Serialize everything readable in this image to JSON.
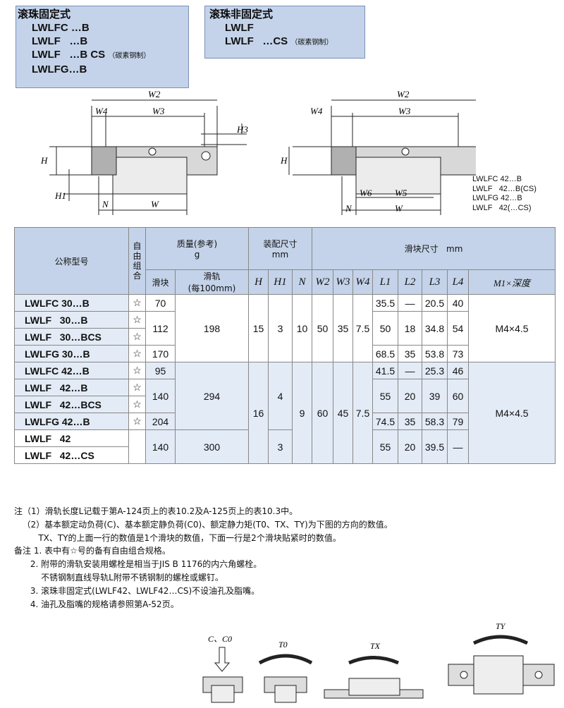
{
  "header": {
    "fixed": {
      "title": "滚珠固定式",
      "models": [
        "LWLFC …B",
        "LWLF   …B",
        "LWLF   …B CS",
        "LWLFG…B"
      ],
      "steel_note": "（碳素钢制）"
    },
    "nonfixed": {
      "title": "滚珠非固定式",
      "models": [
        "LWLF",
        "LWLF   …CS"
      ],
      "steel_note": "（碳素钢制）"
    }
  },
  "drawing_labels": {
    "W2": "W2",
    "W3": "W3",
    "W4": "W4",
    "H": "H",
    "H1": "H1",
    "H3": "H3",
    "N": "N",
    "W": "W",
    "W5": "W5",
    "W6": "W6"
  },
  "side_note": [
    "LWLFC 42…B",
    "LWLF   42…B(CS)",
    "LWLFG 42…B",
    "LWLF   42(…CS)"
  ],
  "table": {
    "h_model": "公称型号",
    "h_free": "自由组合",
    "h_mass": "质量(参考)",
    "h_mass_unit": "g",
    "h_block": "滑块",
    "h_rail": "滑轨",
    "h_rail_sub": "(每100mm)",
    "h_mount": "装配尺寸",
    "h_mount_unit": "mm",
    "h_blockdim": "滑块尺寸",
    "h_blockdim_unit": "mm",
    "cols": {
      "H": "H",
      "H1": "H1",
      "N": "N",
      "W2": "W2",
      "W3": "W3",
      "W4": "W4",
      "L1": "L1",
      "L2": "L2",
      "L3": "L3",
      "L4": "L4",
      "M1": "M1×深度"
    },
    "star": "☆",
    "g30": {
      "models": [
        "LWLFC 30…B",
        "LWLF   30…B",
        "LWLF   30…BCS",
        "LWLFG 30…B"
      ],
      "block": [
        "70",
        "112",
        "170"
      ],
      "rail": "198",
      "H": "15",
      "H1": "3",
      "N": "10",
      "W2": "50",
      "W3": "35",
      "W4": "7.5",
      "L1": [
        "35.5",
        "50",
        "68.5"
      ],
      "L2": [
        "—",
        "18",
        "35"
      ],
      "L3": [
        "20.5",
        "34.8",
        "53.8"
      ],
      "L4": [
        "40",
        "54",
        "73"
      ],
      "M1": "M4×4.5"
    },
    "g42": {
      "models": [
        "LWLFC 42…B",
        "LWLF   42…B",
        "LWLF   42…BCS",
        "LWLFG 42…B",
        "LWLF   42",
        "LWLF   42…CS"
      ],
      "block": [
        "95",
        "140",
        "204",
        "140"
      ],
      "rail": [
        "294",
        "300"
      ],
      "H": "16",
      "H1": [
        "4",
        "3"
      ],
      "N": "9",
      "W2": "60",
      "W3": "45",
      "W4": "7.5",
      "L1": [
        "41.5",
        "55",
        "74.5",
        "55"
      ],
      "L2": [
        "—",
        "20",
        "35",
        "20"
      ],
      "L3": [
        "25.3",
        "39",
        "58.3",
        "39.5"
      ],
      "L4": [
        "46",
        "60",
        "79",
        "—"
      ],
      "M1": "M4×4.5"
    }
  },
  "notes": [
    "注（1）滑轨长度L记载于第A-124页上的表10.2及A-125页上的表10.3中。",
    "   （2）基本额定动负荷(C)、基本额定静负荷(C0)、额定静力矩(T0、TX、TY)为下图的方向的数值。",
    "         TX、TY的上面一行的数值是1个滑块的数值，下面一行是2个滑块贴紧时的数值。",
    "备注 1. 表中有☆号的备有自由组合规格。",
    "      2. 附带的滑轨安装用螺栓是相当于JIS B 1176的内六角螺栓。",
    "          不锈钢制直线导轨L附带不锈钢制的螺栓或螺钉。",
    "      3. 滚珠非固定式(LWLF42、LWLF42…CS)不设油孔及脂嘴。",
    "      4. 油孔及脂嘴的规格请参照第A-52页。"
  ],
  "load_labels": {
    "C": "C、C0",
    "T0": "T0",
    "TX": "TX",
    "TY": "TY"
  }
}
